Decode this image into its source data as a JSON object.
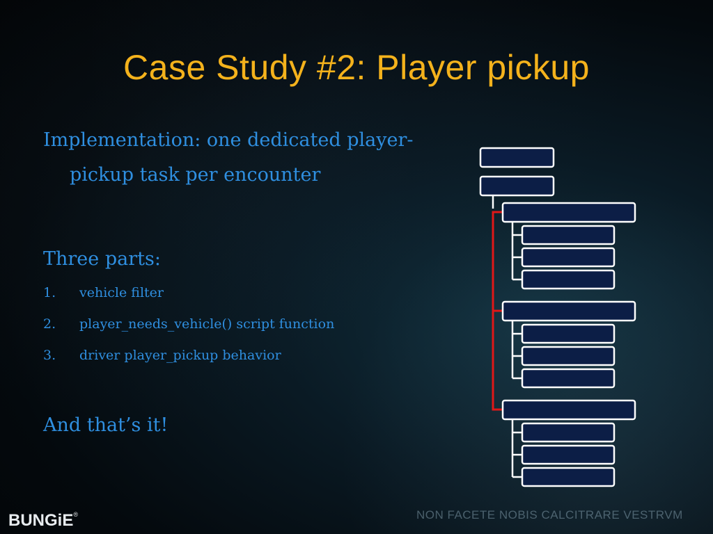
{
  "slide": {
    "title": "Case Study #2: Player pickup",
    "implementation_line1": "Implementation: one dedicated player-",
    "implementation_line2": "pickup task per encounter",
    "three_parts": "Three parts:",
    "items": [
      {
        "num": "1.",
        "text": "vehicle filter"
      },
      {
        "num": "2.",
        "text": "player_needs_vehicle() script function"
      },
      {
        "num": "3.",
        "text": "driver player_pickup behavior"
      }
    ],
    "closing": "And that’s it!"
  },
  "footer": {
    "logo_text": "BUNGiE",
    "logo_tm": "®",
    "motto": "NON FACETE NOBIS CALCITRARE VESTRVM"
  },
  "colors": {
    "title": "#f4b21c",
    "body": "#2f8fe0",
    "node_fill": "#0c1e46",
    "highlight": "#e01818"
  }
}
